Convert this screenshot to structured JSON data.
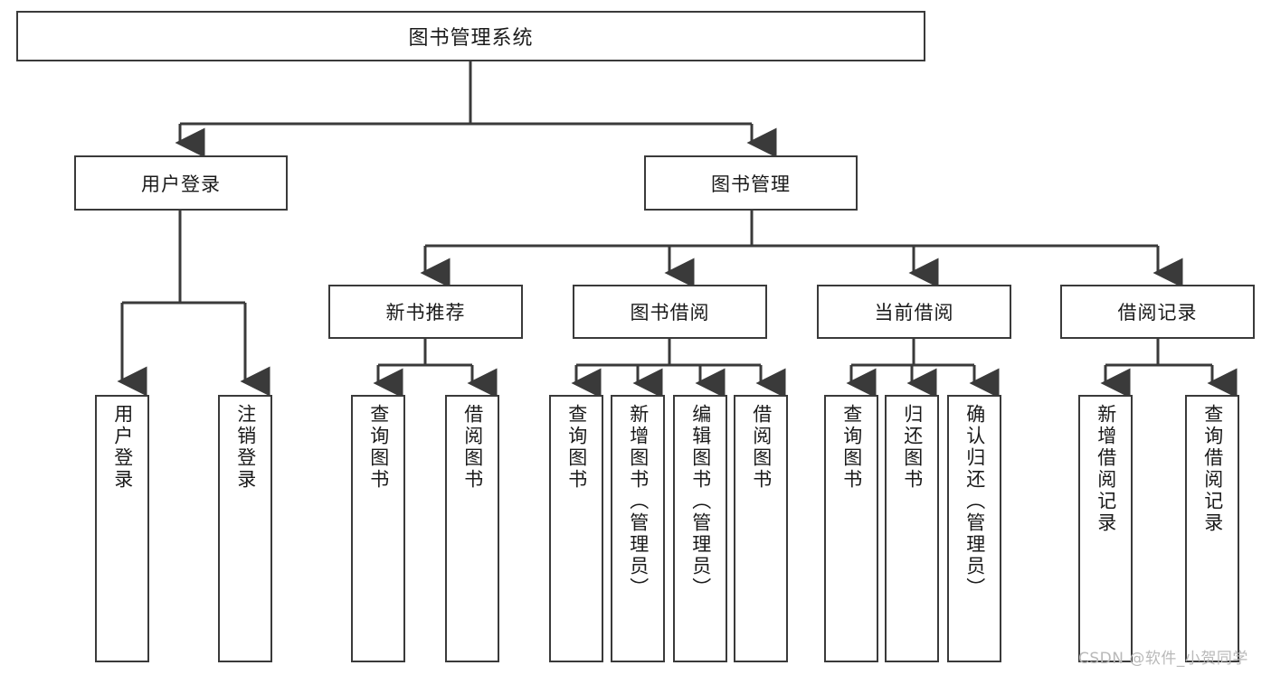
{
  "diagram": {
    "type": "tree-hierarchy",
    "title": "图书管理系统",
    "root": {
      "label": "图书管理系统"
    },
    "level1": [
      {
        "label": "用户登录"
      },
      {
        "label": "图书管理"
      }
    ],
    "level2": [
      {
        "label": "新书推荐",
        "parent": "图书管理"
      },
      {
        "label": "图书借阅",
        "parent": "图书管理"
      },
      {
        "label": "当前借阅",
        "parent": "图书管理"
      },
      {
        "label": "借阅记录",
        "parent": "图书管理"
      }
    ],
    "leaves": {
      "user_login": [
        {
          "label": "用户登录"
        },
        {
          "label": "注销登录"
        }
      ],
      "new_book_recommend": [
        {
          "label": "查询图书"
        },
        {
          "label": "借阅图书"
        }
      ],
      "book_borrow": [
        {
          "label": "查询图书"
        },
        {
          "label": "新增图书（管理员）"
        },
        {
          "label": "编辑图书（管理员）"
        },
        {
          "label": "借阅图书"
        }
      ],
      "current_borrow": [
        {
          "label": "查询图书"
        },
        {
          "label": "归还图书"
        },
        {
          "label": "确认归还（管理员）"
        }
      ],
      "borrow_record": [
        {
          "label": "新增借阅记录"
        },
        {
          "label": "查询借阅记录"
        }
      ]
    }
  },
  "watermark": {
    "text": "CSDN @软件_小贺同学"
  },
  "colors": {
    "stroke": "#3a3a3a",
    "fill": "#ffffff",
    "text": "#1a1a1a",
    "watermark": "#b9b9b9"
  }
}
